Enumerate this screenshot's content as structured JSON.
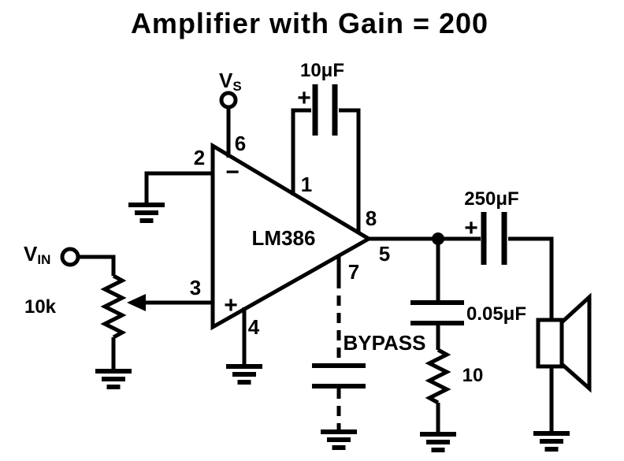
{
  "title": "Amplifier with Gain = 200",
  "colors": {
    "ink": "#000000",
    "background": "#ffffff"
  },
  "ic": {
    "part_number": "LM386",
    "inverting_symbol": "−",
    "noninverting_symbol": "+"
  },
  "pins": {
    "p1": "1",
    "p2": "2",
    "p3": "3",
    "p4": "4",
    "p5": "5",
    "p6": "6",
    "p7": "7",
    "p8": "8"
  },
  "terminals": {
    "supply": {
      "main": "V",
      "sub": "S"
    },
    "input": {
      "main": "V",
      "sub": "IN"
    }
  },
  "components": {
    "input_pot": {
      "value": "10k"
    },
    "gain_cap": {
      "value": "10μF",
      "polarity": "+"
    },
    "output_cap": {
      "value": "250μF",
      "polarity": "+"
    },
    "zobel_cap": {
      "value": "0.05μF"
    },
    "zobel_resistor": {
      "value": "10"
    },
    "bypass": {
      "label": "BYPASS"
    }
  }
}
